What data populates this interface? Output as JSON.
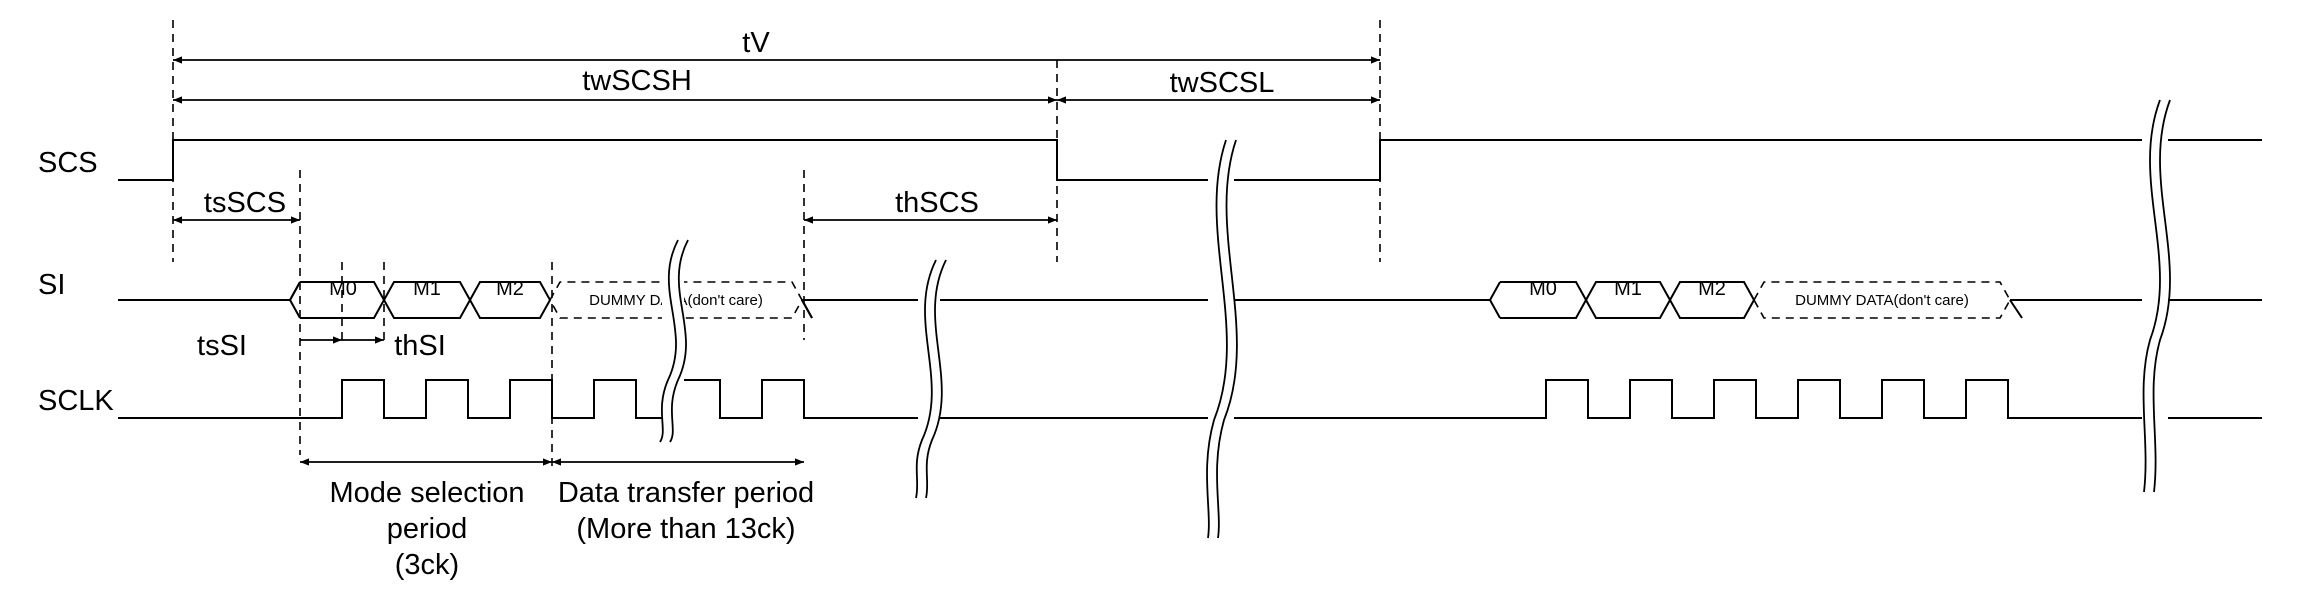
{
  "signals": {
    "scs": "SCS",
    "si": "SI",
    "sclk": "SCLK"
  },
  "timing": {
    "tv": "tV",
    "twscsh": "twSCSH",
    "twscsl": "twSCSL",
    "tsscs": "tsSCS",
    "thscs": "thSCS",
    "tssi": "tsSI",
    "thsi": "thSI"
  },
  "si_cells": [
    "M0",
    "M1",
    "M2"
  ],
  "dummy_label": "DUMMY DATA(don't care)",
  "periods": {
    "mode": [
      "Mode selection",
      "period",
      "(3ck)"
    ],
    "data": [
      "Data transfer period",
      "(More than 13ck)"
    ]
  }
}
